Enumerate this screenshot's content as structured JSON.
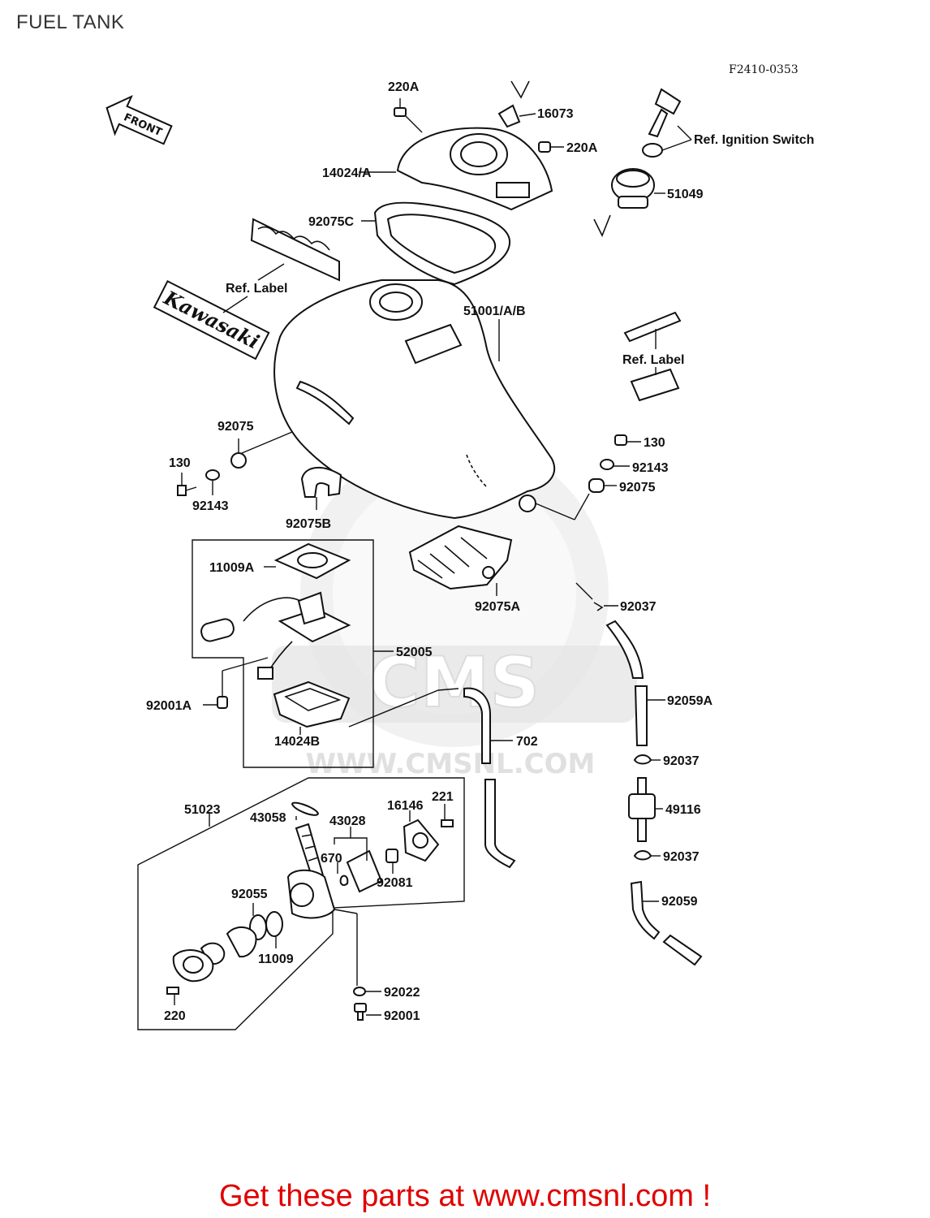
{
  "page": {
    "title": "FUEL TANK"
  },
  "diagram": {
    "figure_code": "F2410-0353",
    "front_arrow_label": "FRONT",
    "emblem_text": "Kawasaki",
    "watermark": {
      "text": "CMS",
      "url": "WWW.CMSNL.COM"
    },
    "labels": {
      "l220A_top": "220A",
      "l16073": "16073",
      "l220A_right": "220A",
      "l14024A": "14024/A",
      "lRefIgn": "Ref. Ignition Switch",
      "l51049": "51049",
      "l92075C": "92075C",
      "lRefLabel1": "Ref. Label",
      "l51001": "51001/A/B",
      "lRefLabel2": "Ref. Label",
      "l92075_left": "92075",
      "l130_left": "130",
      "l92143_left": "92143",
      "l92075B": "92075B",
      "l130_right": "130",
      "l92143_right": "92143",
      "l92075_right": "92075",
      "l11009A": "11009A",
      "l92075A": "92075A",
      "l92037_a": "92037",
      "l52005": "52005",
      "l92059A": "92059A",
      "l92001A": "92001A",
      "l14024B": "14024B",
      "l702": "702",
      "l92037_b": "92037",
      "l51023": "51023",
      "l43058": "43058",
      "l43028": "43028",
      "l16146": "16146",
      "l221": "221",
      "l49116": "49116",
      "l670": "670",
      "l92081": "92081",
      "l92037_c": "92037",
      "l92055": "92055",
      "l92059": "92059",
      "l11009": "11009",
      "l92022": "92022",
      "l220_bottom": "220",
      "l92001": "92001"
    }
  },
  "footer": {
    "text": "Get these parts at www.cmsnl.com !",
    "color": "#e00000"
  }
}
